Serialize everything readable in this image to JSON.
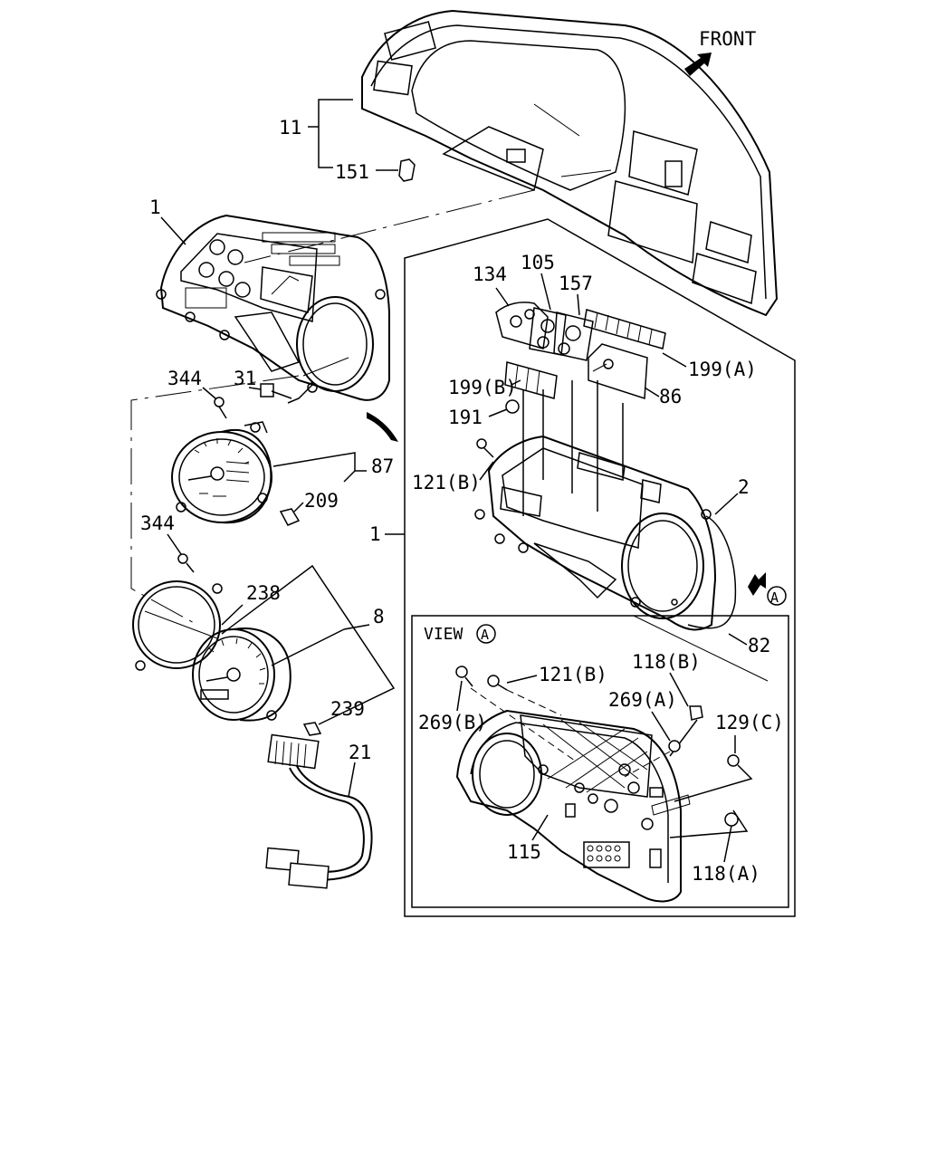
{
  "front_label": "FRONT",
  "view_label": "VIEW",
  "view_marker": "A",
  "marker_a": "A",
  "callouts": {
    "c11": "11",
    "c151": "151",
    "c1_top": "1",
    "c344_top": "344",
    "c31": "31",
    "c87": "87",
    "c209": "209",
    "c344_mid": "344",
    "c238": "238",
    "c8": "8",
    "c239": "239",
    "c21": "21",
    "c134": "134",
    "c105": "105",
    "c157": "157",
    "c199a": "199(A)",
    "c199b": "199(B)",
    "c86": "86",
    "c191": "191",
    "c121b_top": "121(B)",
    "c2": "2",
    "c1_mid": "1",
    "c82": "82",
    "c121b_view": "121(B)",
    "c118b": "118(B)",
    "c269b": "269(B)",
    "c269a": "269(A)",
    "c129c": "129(C)",
    "c115": "115",
    "c118a": "118(A)"
  }
}
